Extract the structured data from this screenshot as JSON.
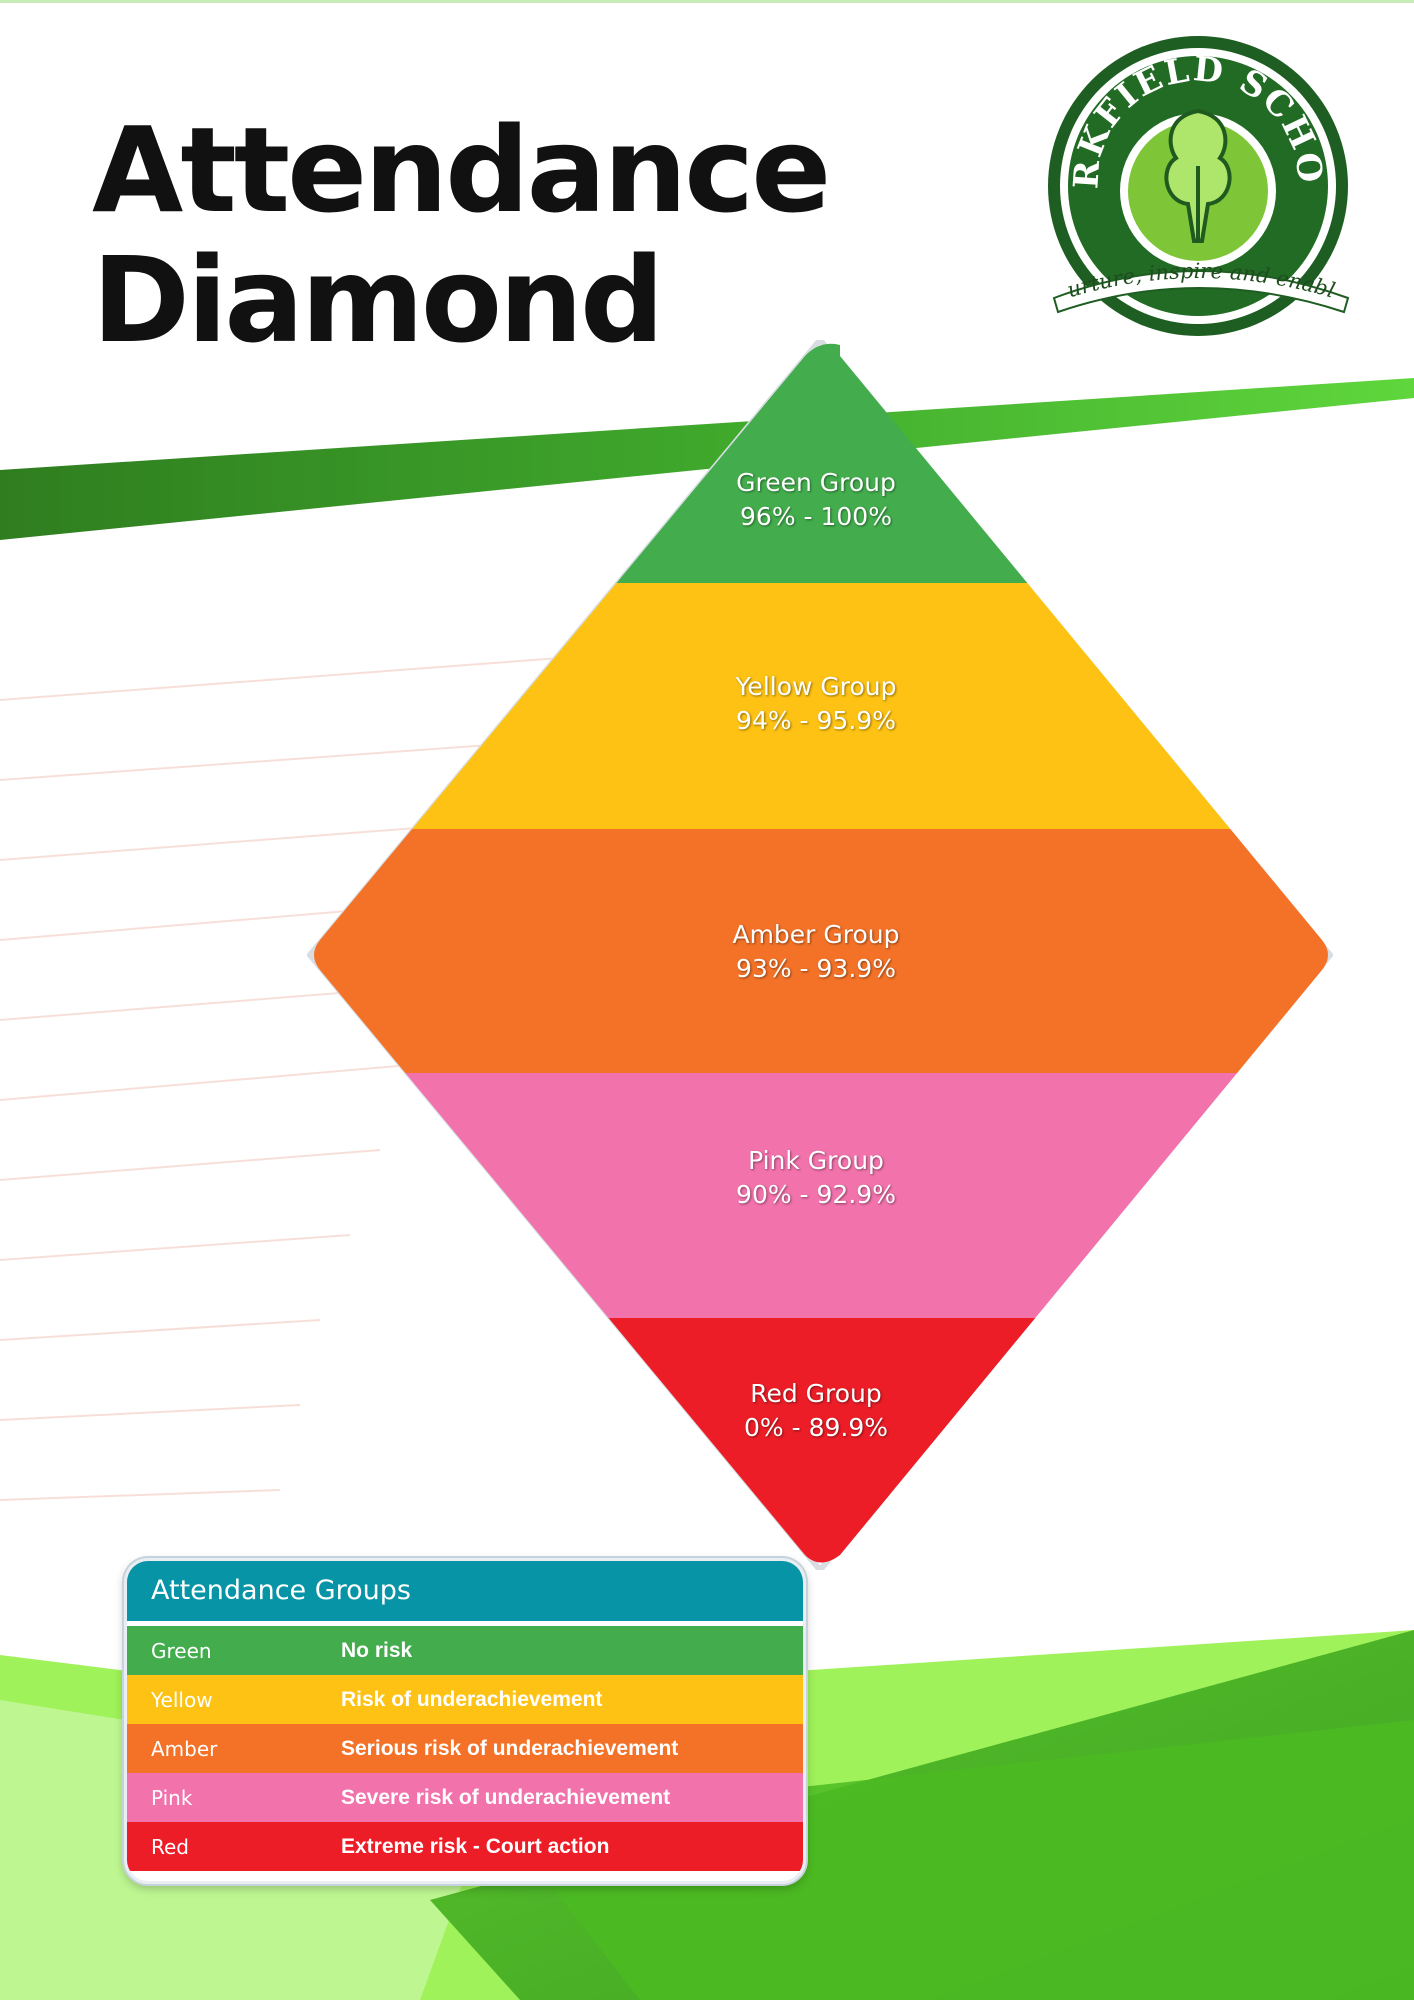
{
  "title_line1": "Attendance",
  "title_line2": "Diamond",
  "logo": {
    "name": "PARKFIELD SCHOOL",
    "motto": "nurture, inspire and enable"
  },
  "diamond": {
    "bands": [
      {
        "name": "Green Group",
        "range": "96% - 100%",
        "color": "#43ad4d"
      },
      {
        "name": "Yellow Group",
        "range": "94% - 95.9%",
        "color": "#fdc213"
      },
      {
        "name": "Amber Group",
        "range": "93% - 93.9%",
        "color": "#f37227"
      },
      {
        "name": "Pink Group",
        "range": "90% - 92.9%",
        "color": "#f272ac"
      },
      {
        "name": "Red Group",
        "range": "0% - 89.9%",
        "color": "#ec1d27"
      }
    ]
  },
  "legend": {
    "title": "Attendance Groups",
    "header_color": "#0694a6",
    "rows": [
      {
        "group": "Green",
        "description": "No risk",
        "color": "#43ad4d"
      },
      {
        "group": "Yellow",
        "description": "Risk of underachievement",
        "color": "#fdc213"
      },
      {
        "group": "Amber",
        "description": "Serious risk of underachievement",
        "color": "#f37227"
      },
      {
        "group": "Pink",
        "description": "Severe risk of underachievement",
        "color": "#f272ac"
      },
      {
        "group": "Red",
        "description": "Extreme risk - Court action",
        "color": "#ec1d27"
      }
    ]
  }
}
